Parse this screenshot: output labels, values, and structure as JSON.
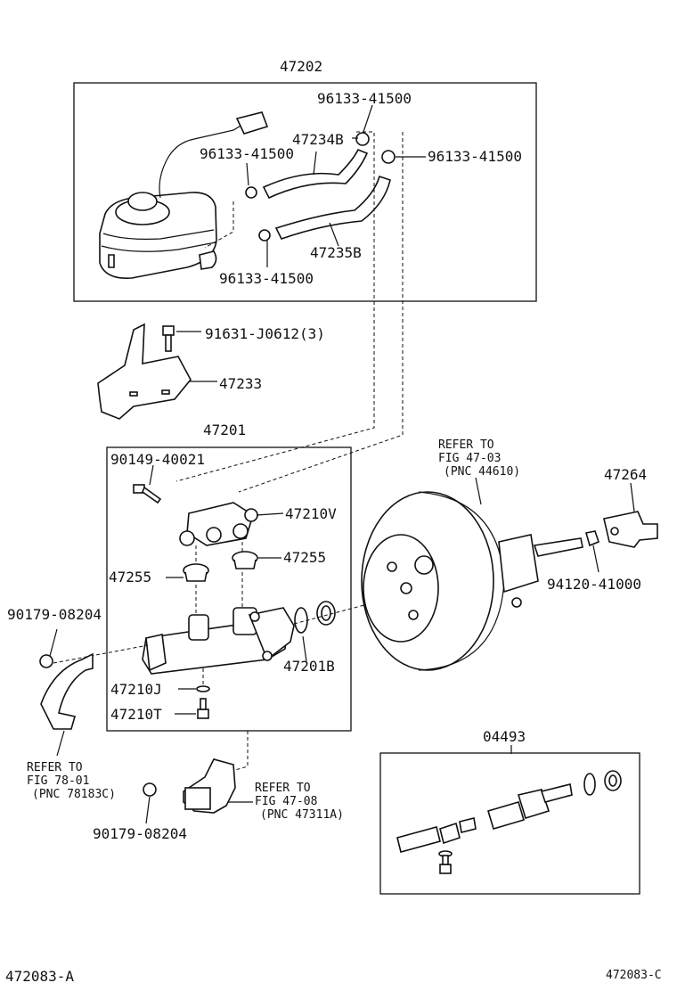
{
  "groups": {
    "reservoir_assy": "47202",
    "master_cyl_assy": "47201",
    "push_rod_clevis": "47264",
    "kit": "04493"
  },
  "labels": {
    "clamp_top": "96133-41500",
    "hose_top": "47234B",
    "clamp_mid_left": "96133-41500",
    "clamp_right": "96133-41500",
    "hose_lower": "47235B",
    "clamp_bottom": "96133-41500",
    "bracket_bolt": "91631-J0612(3)",
    "bracket": "47233",
    "screw": "90149-40021",
    "union": "47210V",
    "grommet_right": "47255",
    "grommet_left": "47255",
    "nut_left": "90179-08204",
    "gasket_oring": "47201B",
    "gasket": "47210J",
    "bleeder": "47210T",
    "nut_bottom": "90179-08204",
    "nut_pushrod": "94120-41000"
  },
  "refs": {
    "booster": [
      "REFER TO",
      "FIG 47-03",
      "(PNC 44610)"
    ],
    "bracket_left": [
      "REFER TO",
      "FIG 78-01",
      "(PNC 78183C)"
    ],
    "valve": [
      "REFER TO",
      "FIG 47-08",
      "(PNC 47311A)"
    ]
  },
  "footer": {
    "left": "472083-A",
    "right": "472083-C"
  }
}
